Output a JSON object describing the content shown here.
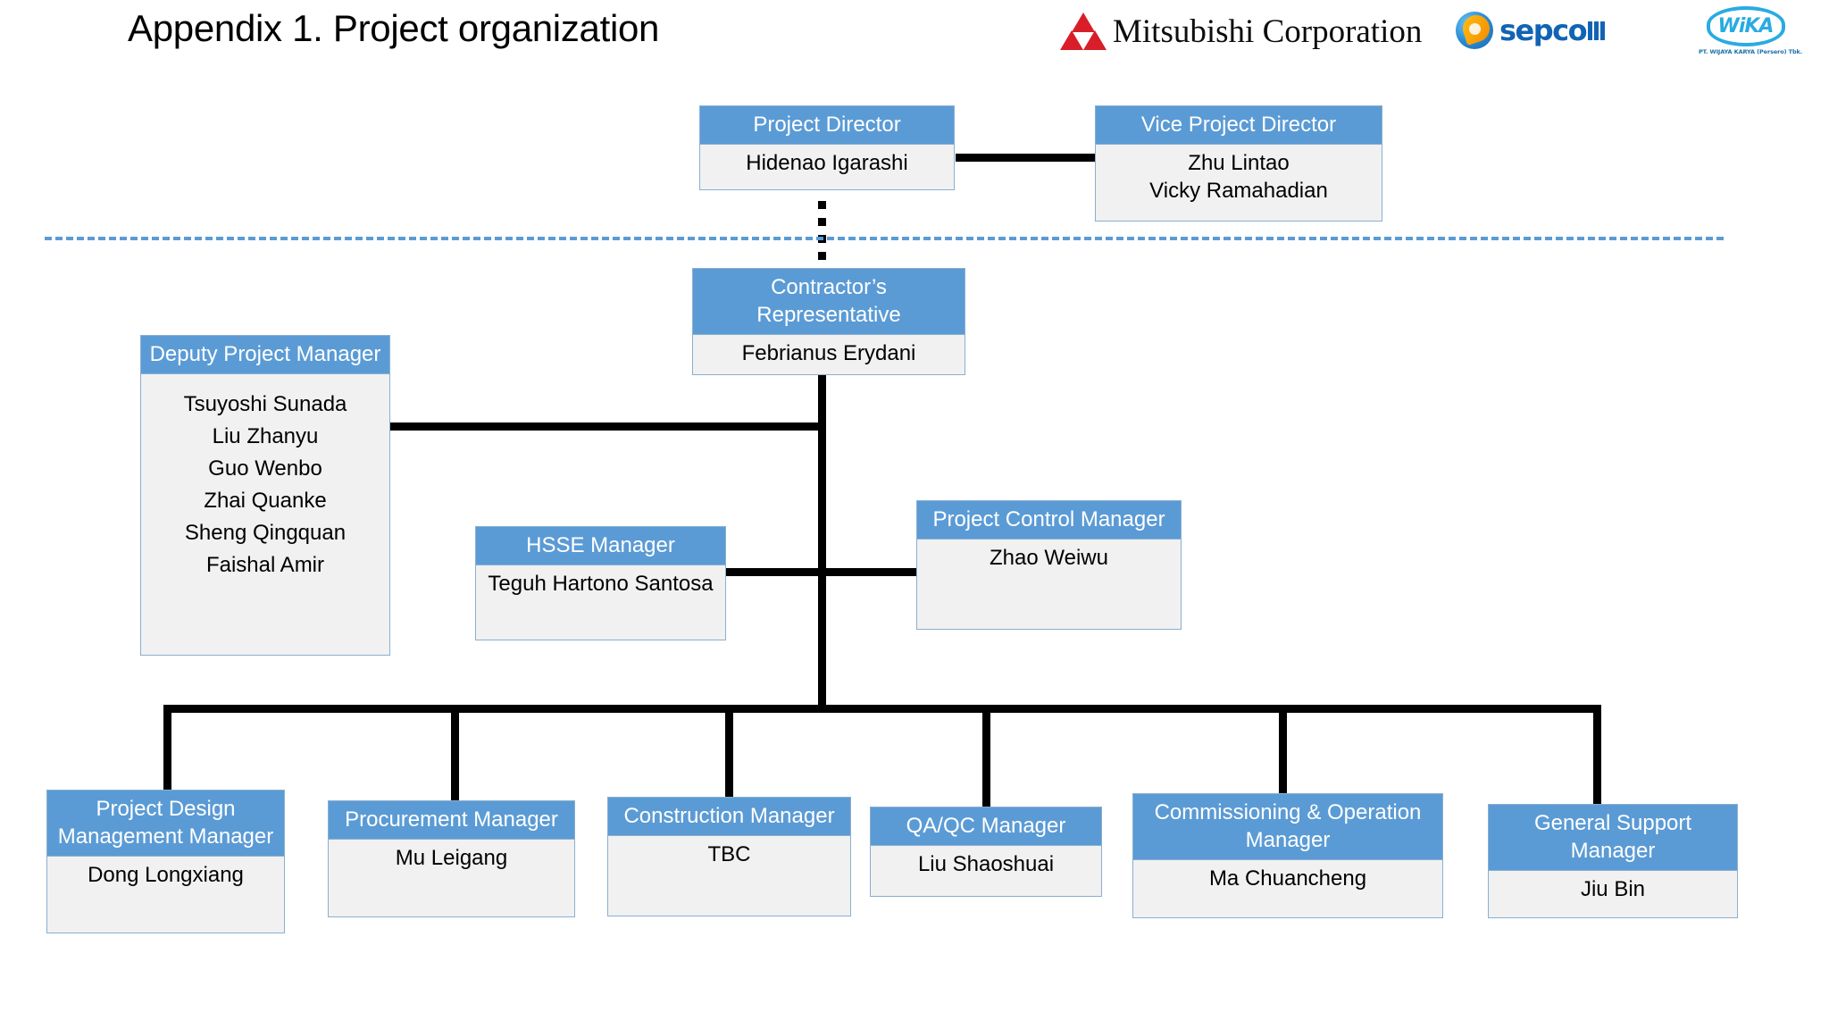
{
  "header": {
    "title": "Appendix 1. Project organization",
    "logos": {
      "mitsubishi": "Mitsubishi Corporation",
      "sepco": "sepco",
      "wika": "WiKA",
      "wika_sub": "PT. WIJAYA KARYA (Persero) Tbk."
    }
  },
  "chart_data": {
    "type": "org-chart",
    "title": "Appendix 1. Project organization",
    "nodes": [
      {
        "id": "project-director",
        "role": "Project Director",
        "people": "Hidenao Igarashi"
      },
      {
        "id": "vice-project-director",
        "role": "Vice Project Director",
        "people": "Zhu Lintao\nVicky Ramahadian"
      },
      {
        "id": "contractors-representative",
        "role": "Contractor’s Representative",
        "people": "Febrianus Erydani"
      },
      {
        "id": "deputy-project-manager",
        "role": "Deputy Project Manager",
        "people": "Tsuyoshi Sunada\nLiu Zhanyu\nGuo Wenbo\nZhai Quanke\nSheng Qingquan\nFaishal Amir"
      },
      {
        "id": "hsse-manager",
        "role": "HSSE Manager",
        "people": "Teguh Hartono Santosa"
      },
      {
        "id": "project-control-manager",
        "role": "Project Control Manager",
        "people": "Zhao Weiwu"
      },
      {
        "id": "project-design-management-manager",
        "role": "Project Design Management Manager",
        "people": "Dong Longxiang"
      },
      {
        "id": "procurement-manager",
        "role": "Procurement Manager",
        "people": "Mu Leigang"
      },
      {
        "id": "construction-manager",
        "role": "Construction Manager",
        "people": "TBC"
      },
      {
        "id": "qa-qc-manager",
        "role": "QA/QC Manager",
        "people": "Liu Shaoshuai"
      },
      {
        "id": "commissioning-operation-manager",
        "role": "Commissioning & Operation Manager",
        "people": "Ma Chuancheng"
      },
      {
        "id": "general-support-manager",
        "role": "General Support Manager",
        "people": "Jiu Bin"
      }
    ],
    "edges": [
      {
        "from": "project-director",
        "to": "vice-project-director",
        "style": "solid"
      },
      {
        "from": "project-director",
        "to": "contractors-representative",
        "style": "dotted"
      },
      {
        "from": "contractors-representative",
        "to": "deputy-project-manager",
        "style": "solid"
      },
      {
        "from": "contractors-representative",
        "to": "hsse-manager",
        "style": "solid"
      },
      {
        "from": "contractors-representative",
        "to": "project-control-manager",
        "style": "solid"
      },
      {
        "from": "contractors-representative",
        "to": "project-design-management-manager",
        "style": "solid"
      },
      {
        "from": "contractors-representative",
        "to": "procurement-manager",
        "style": "solid"
      },
      {
        "from": "contractors-representative",
        "to": "construction-manager",
        "style": "solid"
      },
      {
        "from": "contractors-representative",
        "to": "qa-qc-manager",
        "style": "solid"
      },
      {
        "from": "contractors-representative",
        "to": "commissioning-operation-manager",
        "style": "solid"
      },
      {
        "from": "contractors-representative",
        "to": "general-support-manager",
        "style": "solid"
      }
    ],
    "annotations": [
      {
        "id": "owner-contractor-divider",
        "type": "dashed-horizontal-line",
        "color": "#5B9BD5"
      }
    ],
    "colors": {
      "header_fill": "#5B9BD5",
      "body_fill": "#F1F1F1",
      "border": "#8AAFD0",
      "connector": "#000000"
    }
  }
}
